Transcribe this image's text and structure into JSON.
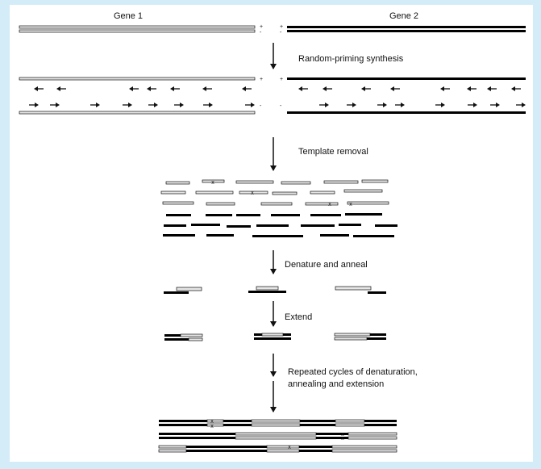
{
  "headings": {
    "gene1": "Gene 1",
    "gene2": "Gene 2"
  },
  "steps": {
    "random_priming": "Random-priming synthesis",
    "template_removal": "Template removal",
    "denature_anneal": "Denature and anneal",
    "extend": "Extend",
    "repeated_line1": "Repeated cycles of denaturation,",
    "repeated_line2": "annealing and extension"
  },
  "strand_marks": {
    "plus": "+",
    "minus": "-",
    "mutation": "x"
  },
  "colors": {
    "background": "#d4ecf7",
    "panel": "#ffffff",
    "gene1_fill": "#e6e6e6",
    "gene2_fill": "#000000",
    "outline": "#111111"
  }
}
